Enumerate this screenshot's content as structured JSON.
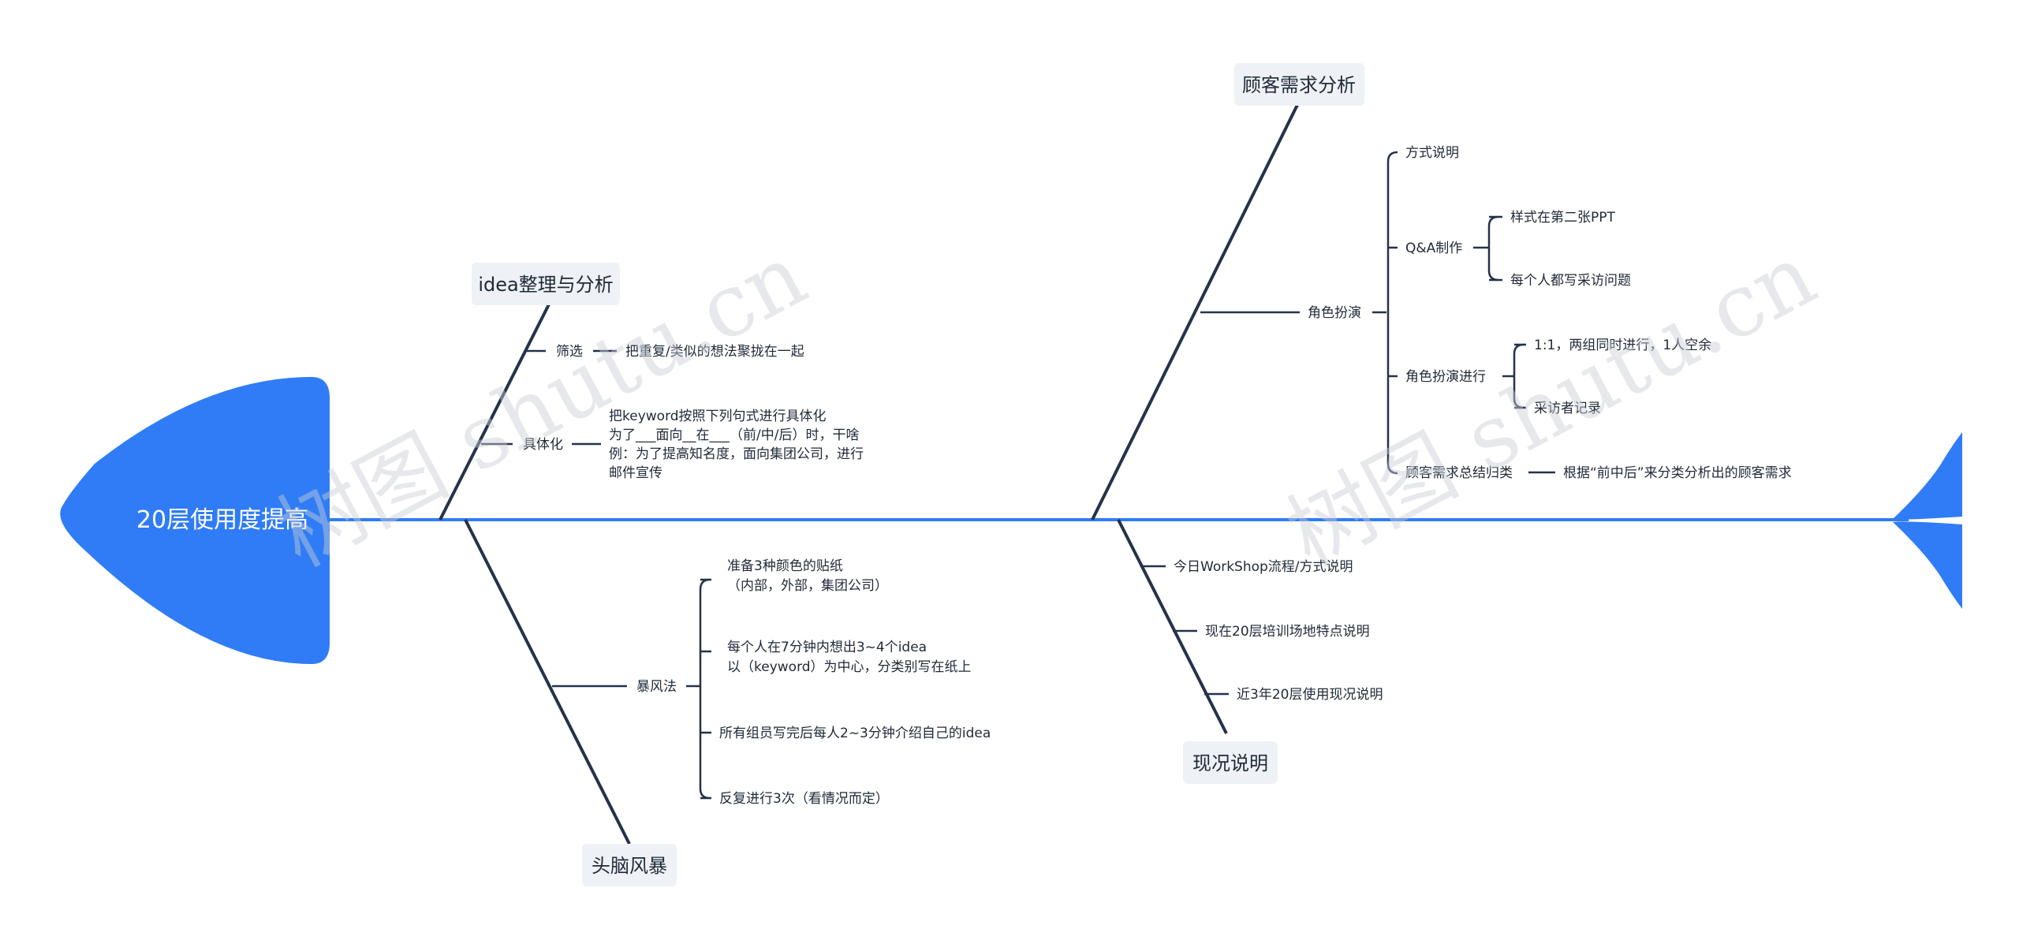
{
  "diagram": {
    "type": "fishbone",
    "colors": {
      "accent": "#2f7cf6",
      "line": "#25324a",
      "topic_bg": "#eef1f5",
      "head_text": "#ffffff"
    },
    "head": {
      "label": "20层使用度提高"
    },
    "branches": {
      "idea": {
        "label": "idea整理与分析",
        "items": [
          {
            "label": "筛选",
            "children": [
              "把重复/类似的想法聚拢在一起"
            ]
          },
          {
            "label": "具体化",
            "children_lines": [
              "把keyword按照下列句式进行具体化",
              "为了___面向__在___（前/中/后）时，干啥",
              "例：为了提高知名度，面向集团公司，进行",
              "邮件宣传"
            ]
          }
        ]
      },
      "brainstorm": {
        "label": "头脑风暴",
        "items": [
          {
            "label": "暴风法",
            "children": [
              {
                "lines": [
                  "准备3种颜色的贴纸",
                  "（内部，外部，集团公司）"
                ]
              },
              {
                "lines": [
                  "每个人在7分钟内想出3~4个idea",
                  "以（keyword）为中心，分类别写在纸上"
                ]
              },
              {
                "lines": [
                  "所有组员写完后每人2~3分钟介绍自己的idea"
                ]
              },
              {
                "lines": [
                  "反复进行3次（看情况而定）"
                ]
              }
            ]
          }
        ]
      },
      "customer": {
        "label": "顾客需求分析",
        "items": [
          {
            "label": "角色扮演",
            "children": [
              {
                "label": "方式说明"
              },
              {
                "label": "Q&A制作",
                "children": [
                  "样式在第二张PPT",
                  "每个人都写采访问题"
                ]
              },
              {
                "label": "角色扮演进行",
                "children": [
                  "1:1，两组同时进行，1人空余",
                  "采访者记录"
                ]
              },
              {
                "label": "顾客需求总结归类",
                "children": [
                  "根据“前中后”来分类分析出的顾客需求"
                ]
              }
            ]
          }
        ]
      },
      "status": {
        "label": "现况说明",
        "items": [
          "今日WorkShop流程/方式说明",
          "现在20层培训场地特点说明",
          "近3年20层使用现况说明"
        ]
      }
    },
    "watermark": "树图 shutu.cn"
  }
}
